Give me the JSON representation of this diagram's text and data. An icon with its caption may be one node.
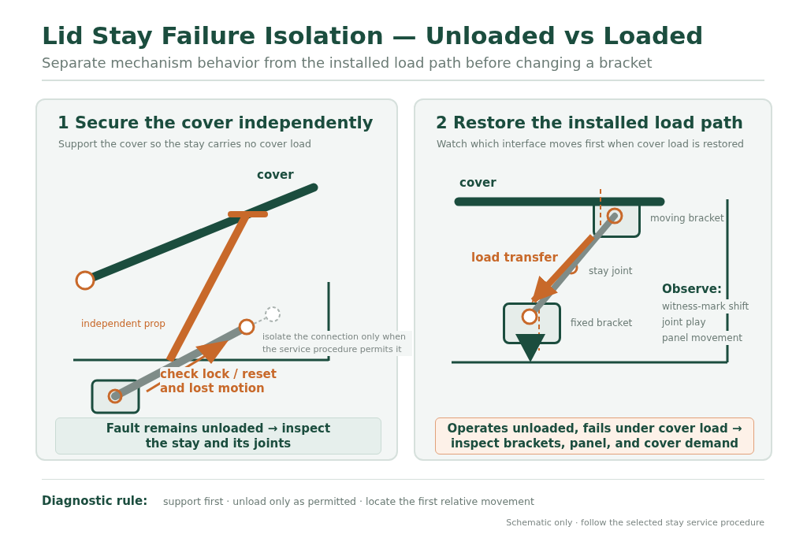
{
  "diagram": {
    "title": "Lid Stay Failure Isolation — Unloaded vs Loaded",
    "nodes": [
      {
        "text": [
          "1 Secure the cover independently",
          "Support the cover so the stay carries no cover load"
        ]
      },
      {
        "text": [
          "Fault remains unloaded → inspect the stay and its joints"
        ],
        "in": 0
      },
      {
        "text": [
          "2 Restore the installed load path",
          "Watch which interface moves first when cover load is restored"
        ]
      },
      {
        "text": [],
        "shape": "box",
        "in": 2,
        "beside": [
          "moving bracket"
        ]
      },
      {
        "text": [],
        "shape": "box",
        "in": 2,
        "beside": [
          "fixed bracket"
        ]
      },
      {
        "text": [
          "Operates unloaded, fails under cover load → inspect brackets, panel, and cover demand"
        ],
        "in": 2
      }
    ],
    "edges": [
      {
        "from": 3,
        "to": 4,
        "arrow": "none",
        "color": "#7f8c88"
      },
      {
        "from": 3,
        "to": 4,
        "arrow": "to",
        "label": "load transfer",
        "color": "#c8692a"
      }
    ],
    "labels": [
      "Separate mechanism behavior from the installed load path before changing a bracket",
      "cover",
      "independent prop",
      "isolate the connection only when the service procedure permits it",
      "check lock / reset and lost motion",
      "cover",
      "stay joint",
      "Observe:",
      "witness-mark shift",
      "joint play",
      "panel movement",
      "Diagnostic rule:",
      "support first · unload only as permitted · locate the first relative movement",
      "Schematic only · follow the selected stay service procedure"
    ]
  }
}
